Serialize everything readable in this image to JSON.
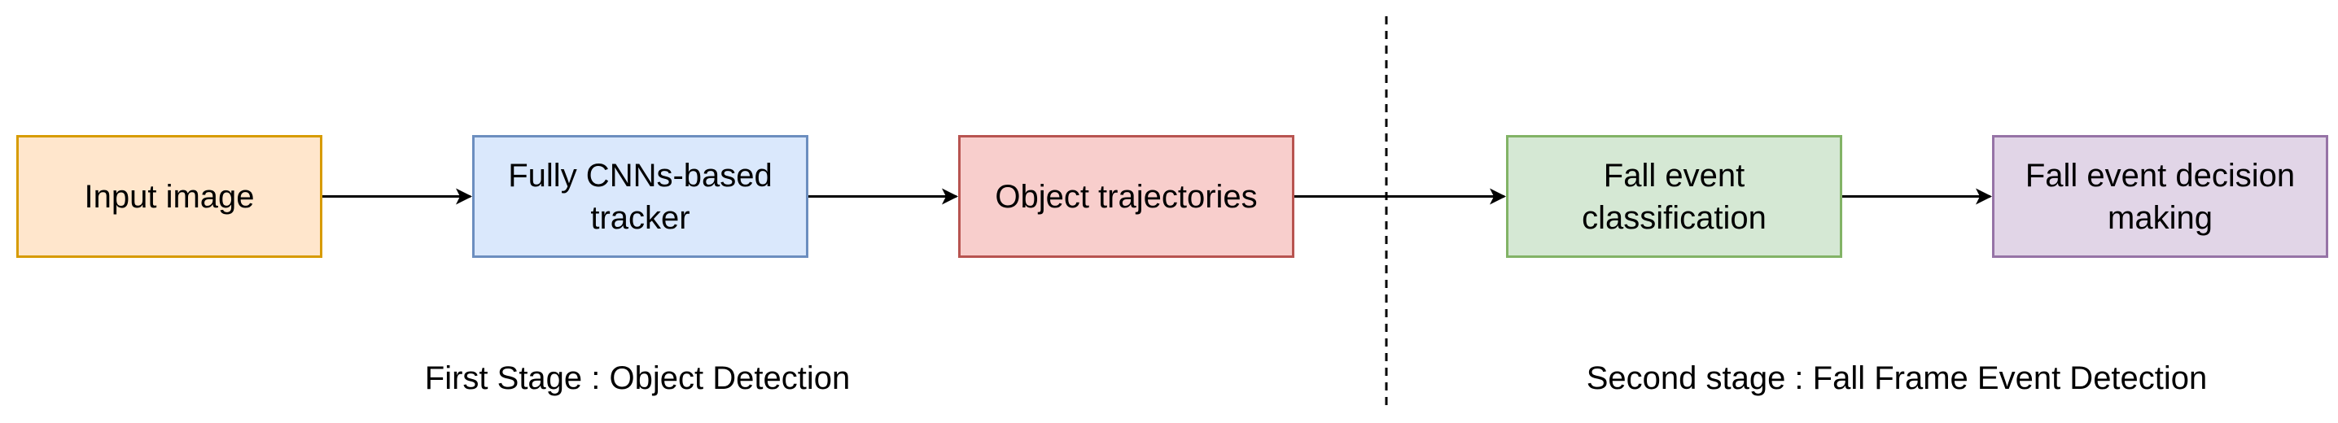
{
  "nodes": [
    {
      "id": "input-image",
      "label": "Input image",
      "fill": "#ffe6cc",
      "stroke": "#d79b00"
    },
    {
      "id": "cnn-tracker",
      "label": "Fully CNNs-based\ntracker",
      "fill": "#dae8fc",
      "stroke": "#6c8ebf"
    },
    {
      "id": "object-trajectories",
      "label": "Object trajectories",
      "fill": "#f8cecc",
      "stroke": "#b85450"
    },
    {
      "id": "fall-event-classification",
      "label": "Fall event\nclassification",
      "fill": "#d5e8d4",
      "stroke": "#82b366"
    },
    {
      "id": "fall-event-decision",
      "label": "Fall event decision\nmaking",
      "fill": "#e1d5e7",
      "stroke": "#9673a6"
    }
  ],
  "edges": [
    {
      "from": "input-image",
      "to": "cnn-tracker"
    },
    {
      "from": "cnn-tracker",
      "to": "object-trajectories"
    },
    {
      "from": "object-trajectories",
      "to": "fall-event-classification"
    },
    {
      "from": "fall-event-classification",
      "to": "fall-event-decision"
    }
  ],
  "stages": {
    "first": "First Stage : Object Detection",
    "second": "Second stage : Fall Frame Event Detection"
  },
  "colors": {
    "edge": "#000000",
    "divider": "#000000"
  }
}
